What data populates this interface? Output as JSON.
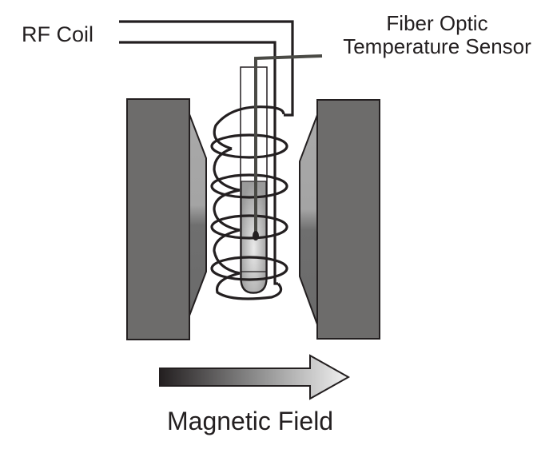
{
  "labels": {
    "rf_coil": "RF Coil",
    "sensor_line1": "Fiber Optic",
    "sensor_line2": "Temperature Sensor",
    "magnetic_field": "Magnetic Field"
  },
  "colors": {
    "magnet": "#6d6c6b",
    "outline": "#231f20",
    "sensor_cable": "#4a4a45",
    "arrow_start": "#231f20",
    "arrow_end": "#f2f2f2"
  }
}
